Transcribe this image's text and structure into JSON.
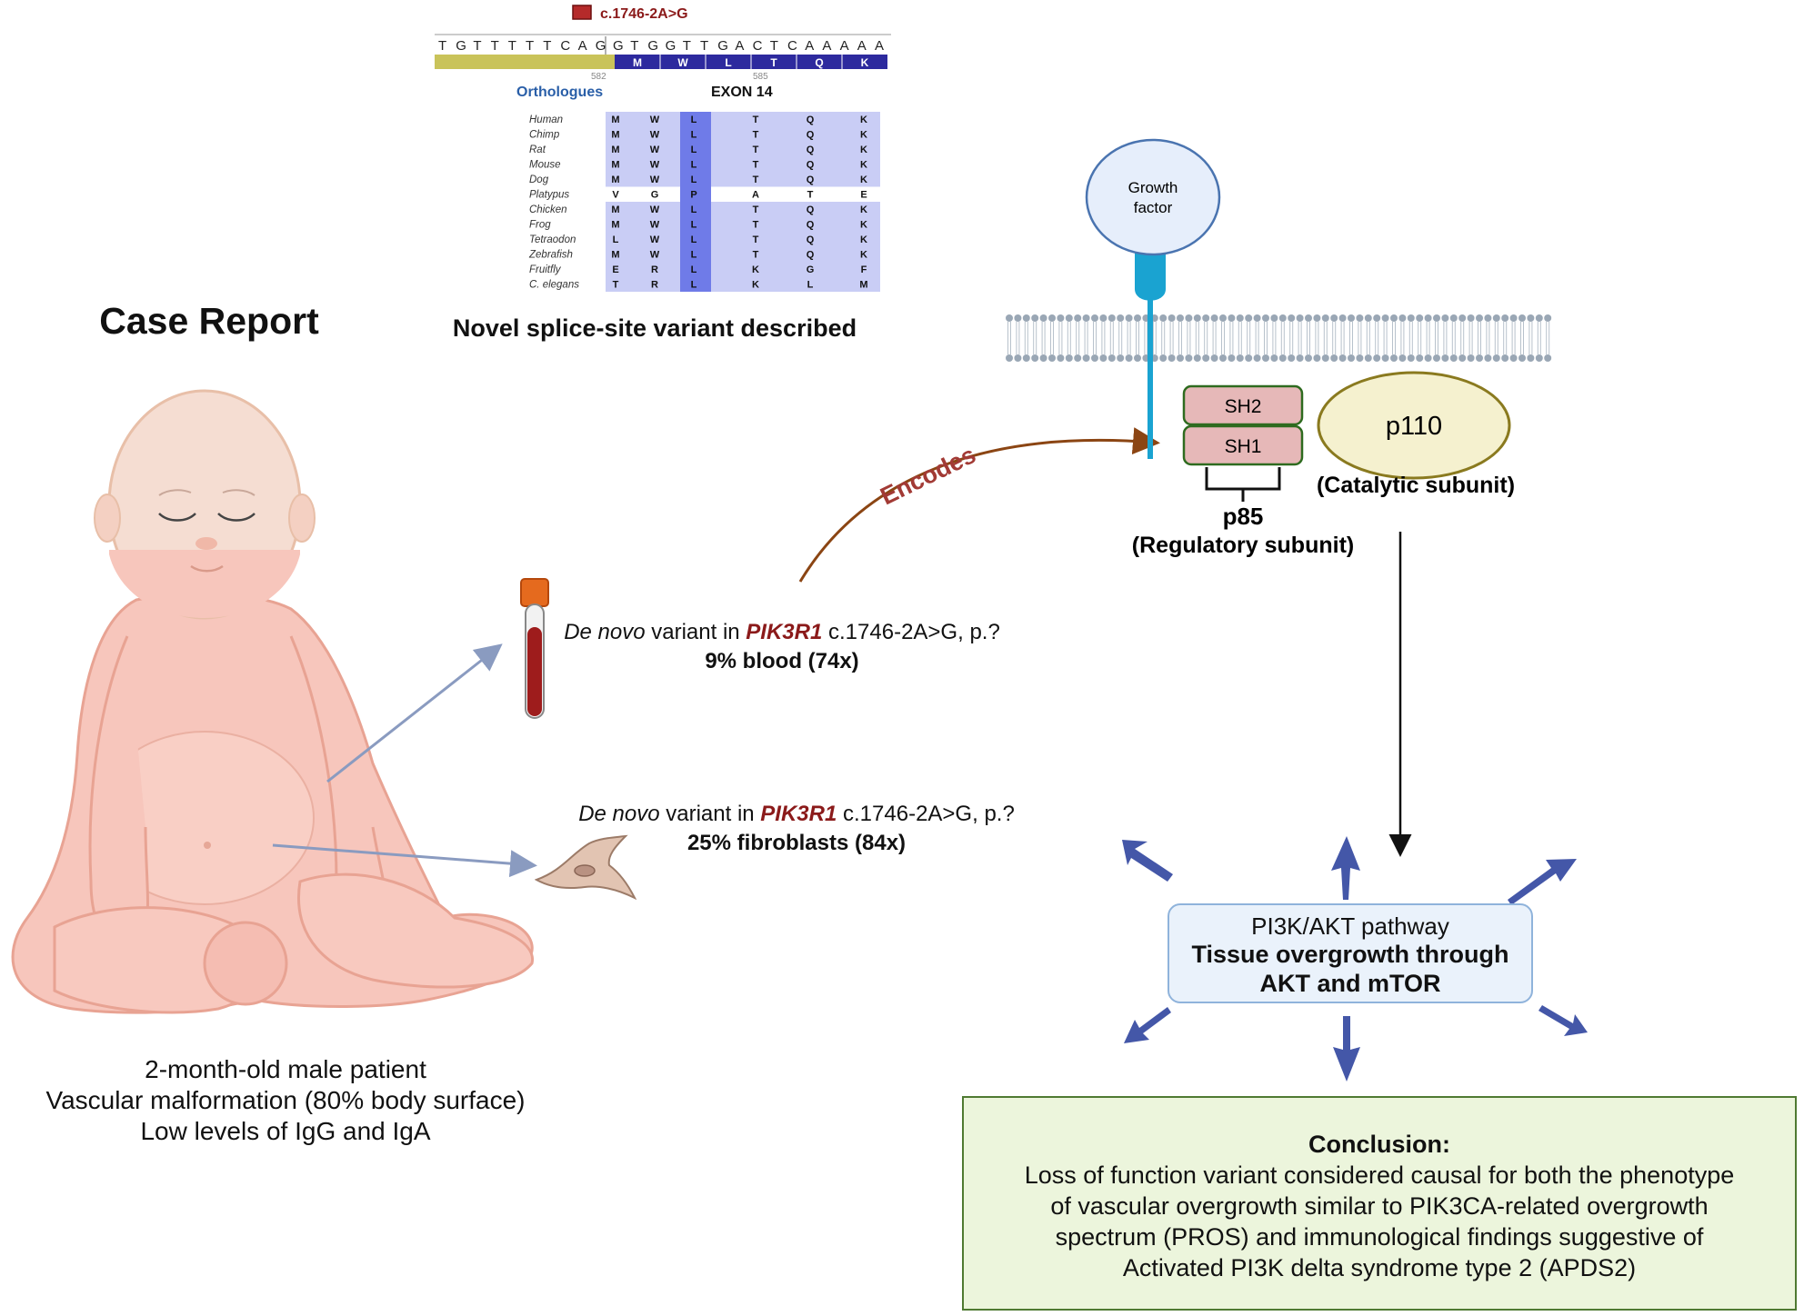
{
  "case_report": {
    "title": "Case Report",
    "patient_lines": [
      "2-month-old male patient",
      "Vascular malformation (80% body surface)",
      "Low levels of IgG and IgA"
    ]
  },
  "variant_panel": {
    "legend_label": "c.1746-2A>G",
    "dna_sequence": [
      "T",
      "G",
      "T",
      "T",
      "T",
      "T",
      "T",
      "C",
      "A",
      "G",
      "G",
      "T",
      "G",
      "G",
      "T",
      "T",
      "G",
      "A",
      "C",
      "T",
      "C",
      "A",
      "A",
      "A",
      "A",
      "A"
    ],
    "aa_residues": [
      "M",
      "W",
      "L",
      "T",
      "Q",
      "K"
    ],
    "position_left": "582",
    "position_right": "585",
    "orthologues_label": "Orthologues",
    "exon_label": "EXON 14",
    "species": [
      "Human",
      "Chimp",
      "Rat",
      "Mouse",
      "Dog",
      "Platypus",
      "Chicken",
      "Frog",
      "Tetraodon",
      "Zebrafish",
      "Fruitfly",
      "C. elegans"
    ],
    "alignment": [
      [
        "M",
        "W",
        "L",
        "T",
        "Q",
        "K"
      ],
      [
        "M",
        "W",
        "L",
        "T",
        "Q",
        "K"
      ],
      [
        "M",
        "W",
        "L",
        "T",
        "Q",
        "K"
      ],
      [
        "M",
        "W",
        "L",
        "T",
        "Q",
        "K"
      ],
      [
        "M",
        "W",
        "L",
        "T",
        "Q",
        "K"
      ],
      [
        "V",
        "G",
        "P",
        "A",
        "T",
        "E"
      ],
      [
        "M",
        "W",
        "L",
        "T",
        "Q",
        "K"
      ],
      [
        "M",
        "W",
        "L",
        "T",
        "Q",
        "K"
      ],
      [
        "L",
        "W",
        "L",
        "T",
        "Q",
        "K"
      ],
      [
        "M",
        "W",
        "L",
        "T",
        "Q",
        "K"
      ],
      [
        "E",
        "R",
        "L",
        "K",
        "G",
        "F"
      ],
      [
        "T",
        "R",
        "L",
        "K",
        "L",
        "M"
      ]
    ],
    "caption": "Novel splice-site variant described"
  },
  "blood_variant": {
    "prefix": "De novo",
    "middle": " variant in ",
    "gene": "PIK3R1",
    "suffix": " c.1746-2A>G, p.?",
    "result": "9% blood (74x)"
  },
  "fibroblast_variant": {
    "prefix": "De novo",
    "middle": " variant in ",
    "gene": "PIK3R1",
    "suffix": " c.1746-2A>G, p.?",
    "result": "25% fibroblasts (84x)"
  },
  "encodes_label": "Encodes",
  "pi3k": {
    "growth_factor": [
      "Growth",
      "factor"
    ],
    "sh2": "SH2",
    "sh1": "SH1",
    "p110": "p110",
    "catalytic": "(Catalytic subunit)",
    "p85": "p85",
    "regulatory": "(Regulatory subunit)"
  },
  "pathway": {
    "line1": "PI3K/AKT pathway",
    "line2": "Tissue overgrowth through",
    "line3": "AKT and mTOR"
  },
  "conclusion": {
    "heading": "Conclusion:",
    "lines": [
      "Loss of function variant considered causal for both the phenotype",
      "of vascular overgrowth similar to PIK3CA-related overgrowth",
      "spectrum (PROS)  and immunological findings suggestive of",
      "Activated PI3K delta syndrome type 2 (APDS2)"
    ]
  },
  "colors": {
    "variant_red": "#8b1a1a",
    "encodes_brown": "#8b4513",
    "conservation_light": "#c9cdf5",
    "conservation_dark": "#6f7be8",
    "exon_bar": "#2d2a9e",
    "intron_bar": "#c9c35a",
    "sh_fill": "#e6b8b8",
    "sh_border": "#2e6b1f",
    "p110_fill": "#f5f1cf",
    "p110_border": "#8a7a1f",
    "membrane": "#9aa7b5",
    "receptor": "#1aa3d1",
    "arrow_blue": "#4457a8"
  }
}
